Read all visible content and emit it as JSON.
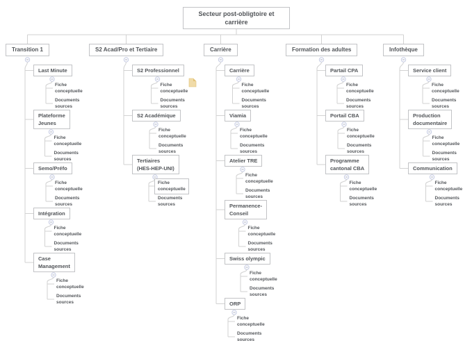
{
  "colors": {
    "line": "#d2d2d2",
    "box_border": "#c2c3c6",
    "text": "#515458",
    "circle_border": "#c7cde4",
    "circle_dash": "#9aa2b8",
    "icon_fill": "#f0dba8",
    "icon_fold": "#e2c277"
  },
  "floating_icon": {
    "name": "file-icon"
  },
  "tree": {
    "label": "Secteur post-obligtoire et\ncarrière",
    "children": [
      {
        "label": "Transition 1",
        "children": [
          {
            "label": "Last Minute",
            "leaves": [
              "Fiche\nconceptuelle",
              "Documents\nsources"
            ]
          },
          {
            "label": "Plateforme\nJeunes",
            "leaves": [
              "Fiche\nconceptuelle",
              "Documents\nsources"
            ]
          },
          {
            "label": "Semo/Préfo",
            "leaves": [
              "Fiche\nconceptuelle",
              "Documents\nsources"
            ]
          },
          {
            "label": "Intégration",
            "leaves": [
              "Fiche\nconceptuelle",
              "Documents\nsources"
            ]
          },
          {
            "label": "Case\nManagement",
            "leaves": [
              "Fiche\nconceptuelle",
              "Documents\nsources"
            ]
          }
        ]
      },
      {
        "label": "S2 Acad/Pro et Tertiaire",
        "children": [
          {
            "label": "S2 Professionnel",
            "leaves": [
              "Fiche\nconceptuelle",
              "Documents\nsources"
            ],
            "has_floating_icon": true
          },
          {
            "label": "S2 Académique",
            "leaves": [
              "Fiche\nconceptuelle",
              "Documents\nsources"
            ]
          },
          {
            "label": "Tertiaires\n(HES-HEP-UNI)",
            "leaves": [
              "Fiche\nconceptuelle",
              "Documents\nsources"
            ],
            "boxed_leaf": 0
          }
        ]
      },
      {
        "label": "Carrière",
        "children": [
          {
            "label": "Carrière",
            "leaves": [
              "Fiche\nconceptuelle",
              "Documents\nsources"
            ]
          },
          {
            "label": "Viamia",
            "leaves": [
              "Fiche\nconceptuelle",
              "Documents\nsources"
            ]
          },
          {
            "label": "Atelier TRE",
            "leaves": [
              "Fiche\nconceptuelle",
              "Documents\nsources"
            ]
          },
          {
            "label": "Permanence-\nConseil",
            "leaves": [
              "Fiche\nconceptuelle",
              "Documents\nsources"
            ]
          },
          {
            "label": "Swiss olympic",
            "leaves": [
              "Fiche\nconceptuelle",
              "Documents\nsources"
            ]
          },
          {
            "label": "ORP",
            "leaves": [
              "Fiche\nconceptuelle",
              "Documents\nsources"
            ]
          }
        ]
      },
      {
        "label": "Formation des adultes",
        "children": [
          {
            "label": "Partail CPA",
            "leaves": [
              "Fiche\nconceptuelle",
              "Documents\nsources"
            ]
          },
          {
            "label": "Portail CBA",
            "leaves": [
              "Fiche\nconceptuelle",
              "Documents\nsources"
            ]
          },
          {
            "label": "Programme\ncantonal CBA",
            "leaves": [
              "Fiche\nconceptuelle",
              "Documents\nsources"
            ]
          }
        ]
      },
      {
        "label": "Infothèque",
        "children": [
          {
            "label": "Service client",
            "leaves": [
              "Fiche\nconceptuelle",
              "Documents\nsources"
            ]
          },
          {
            "label": "Production\ndocumentaire",
            "leaves": [
              "Fiche\nconceptuelle",
              "Documents\nsources"
            ]
          },
          {
            "label": "Communication",
            "leaves": [
              "Fiche\nconceptuelle",
              "Documents\nsources"
            ]
          }
        ]
      }
    ]
  }
}
